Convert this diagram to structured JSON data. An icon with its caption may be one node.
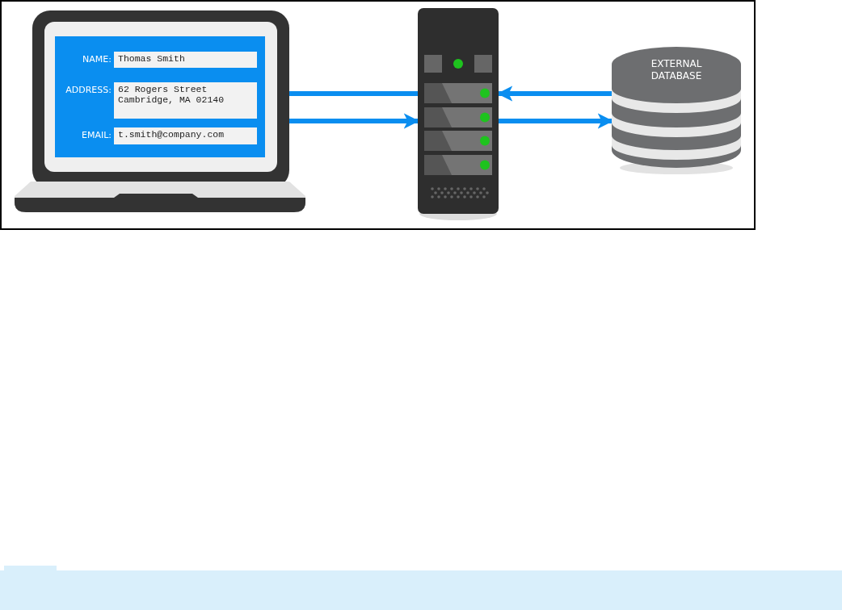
{
  "diagram": {
    "nodes": [
      {
        "text": [],
        "shape": "picture"
      },
      {
        "text": [
          "NAME:",
          "Thomas Smith",
          "ADDRESS:",
          "62 Rogers Street Cambridge, MA 02140",
          "EMAIL:",
          "t.smith@company.com"
        ],
        "in": 0
      },
      {
        "text": [],
        "shape": "picture"
      },
      {
        "text": [
          "EXTERNAL DATABASE"
        ]
      }
    ],
    "edges": [
      {
        "from": 2,
        "to": 1,
        "arrow": "to"
      },
      {
        "from": 1,
        "to": 2,
        "arrow": "to"
      },
      {
        "from": 3,
        "to": 2,
        "arrow": "to"
      },
      {
        "from": 2,
        "to": 3,
        "arrow": "to"
      }
    ]
  }
}
